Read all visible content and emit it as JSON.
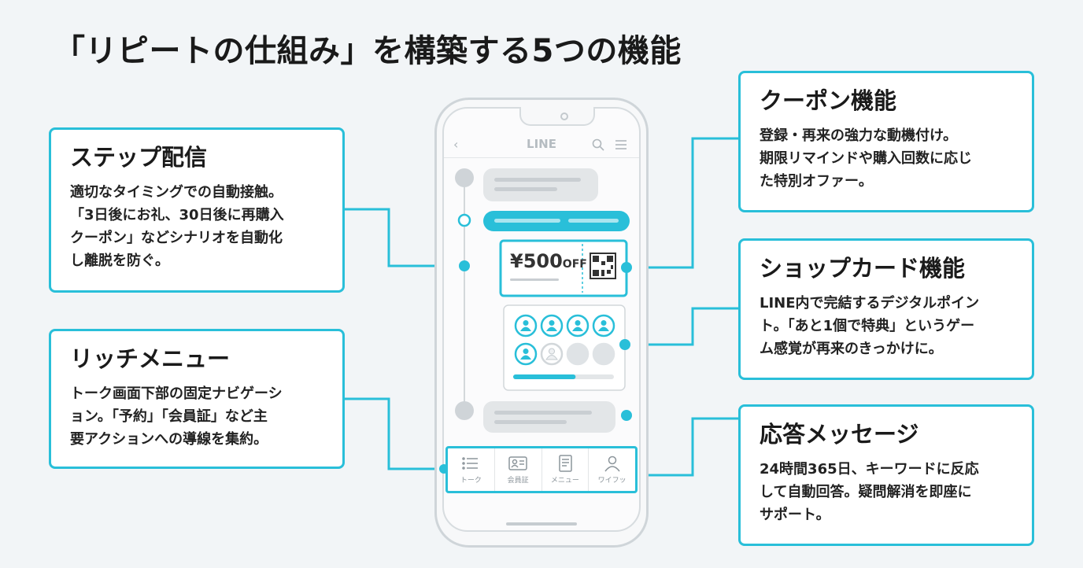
{
  "title": "「リピートの仕組み」を構築する5つの機能",
  "colors": {
    "accent": "#29bfd9",
    "card_bg": "#ffffff",
    "page_bg": "#f2f5f7",
    "bubble": "#e3e6e8"
  },
  "features": {
    "step": {
      "title": "ステップ配信",
      "lines": [
        "適切なタイミングでの自動接触。",
        "「3日後にお礼、30日後に再購入",
        "クーポン」などシナリオを自動化",
        "し離脱を防ぐ。"
      ]
    },
    "rich_menu": {
      "title": "リッチメニュー",
      "lines": [
        "トーク画面下部の固定ナビゲーシ",
        "ョン。「予約」「会員証」など主",
        "要アクションへの導線を集約。"
      ]
    },
    "coupon": {
      "title": "クーポン機能",
      "lines": [
        "登録・再来の強力な動機付け。",
        "期限リマインドや購入回数に応じ",
        "た特別オファー。"
      ]
    },
    "shop_card": {
      "title": "ショップカード機能",
      "lines": [
        "LINE内で完結するデジタルポイン",
        "ト。「あと1個で特典」というゲー",
        "ム感覚が再来のきっかけに。"
      ]
    },
    "auto_reply": {
      "title": "応答メッセージ",
      "lines": [
        "24時間365日、キーワードに反応",
        "して自動回答。疑問解消を即座に",
        "サポート。"
      ]
    }
  },
  "phone": {
    "app_name": "LINE",
    "header_icons": [
      "back-icon",
      "search-icon",
      "menu-icon"
    ],
    "coupon": {
      "amount": "¥500",
      "unit": "OFF"
    },
    "stamp_card": {
      "stamps_total": 8,
      "stamps_filled": 5,
      "progress": 0.62
    },
    "tabs": [
      {
        "label": "トーク",
        "icon": "list-icon"
      },
      {
        "label": "会員証",
        "icon": "id-card-icon"
      },
      {
        "label": "メニュー",
        "icon": "document-icon"
      },
      {
        "label": "ワイフッ",
        "icon": "person-icon"
      }
    ]
  }
}
